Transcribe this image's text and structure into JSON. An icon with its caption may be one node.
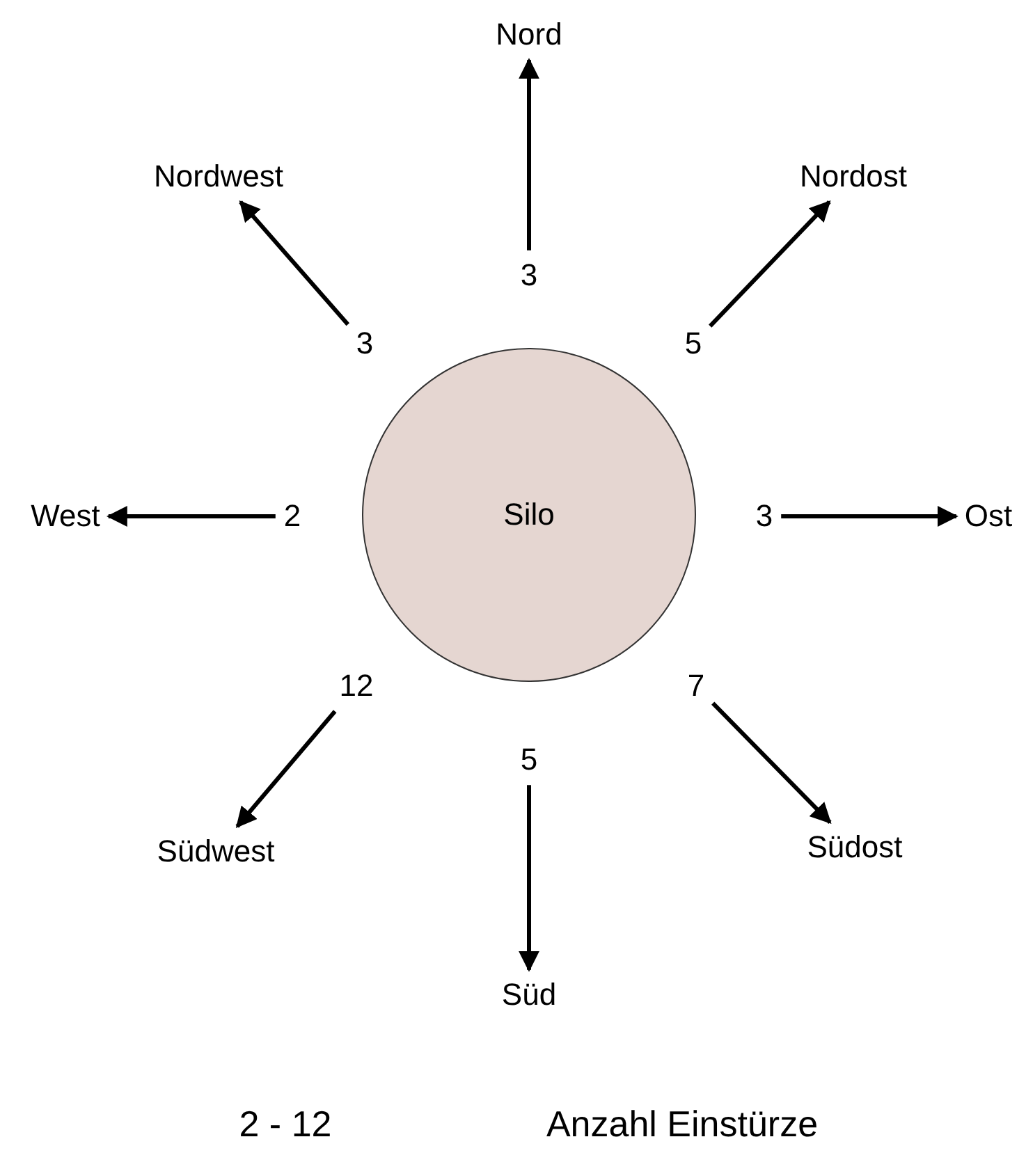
{
  "diagram": {
    "nodes": [
      {
        "text": [
          "Nord"
        ]
      },
      {
        "text": [
          "Nordwest"
        ]
      },
      {
        "text": [
          "Nordost"
        ]
      },
      {
        "text": [
          "3"
        ]
      },
      {
        "text": [
          "3"
        ]
      },
      {
        "text": [
          "5"
        ]
      },
      {
        "text": [
          "West"
        ]
      },
      {
        "text": [
          "2"
        ]
      },
      {
        "text": [
          "Silo"
        ]
      },
      {
        "text": [
          "3"
        ]
      },
      {
        "text": [
          "Ost"
        ]
      },
      {
        "text": [
          "12"
        ]
      },
      {
        "text": [
          "7"
        ]
      },
      {
        "text": [
          "5"
        ]
      },
      {
        "text": [
          "Südwest"
        ]
      },
      {
        "text": [
          "Südost"
        ]
      },
      {
        "text": [
          "Süd"
        ]
      }
    ],
    "edges": [
      {
        "from": 3,
        "to": 0,
        "arrow": "to"
      },
      {
        "from": 4,
        "to": 1,
        "arrow": "to"
      },
      {
        "from": 5,
        "to": 2,
        "arrow": "to"
      },
      {
        "from": 7,
        "to": 6,
        "arrow": "to"
      },
      {
        "from": 9,
        "to": 10,
        "arrow": "to"
      },
      {
        "from": 11,
        "to": 14,
        "arrow": "to"
      },
      {
        "from": 12,
        "to": 15,
        "arrow": "to"
      },
      {
        "from": 13,
        "to": 16,
        "arrow": "to"
      }
    ],
    "labels": [
      "2 - 12",
      "Anzahl Einstürze"
    ]
  }
}
